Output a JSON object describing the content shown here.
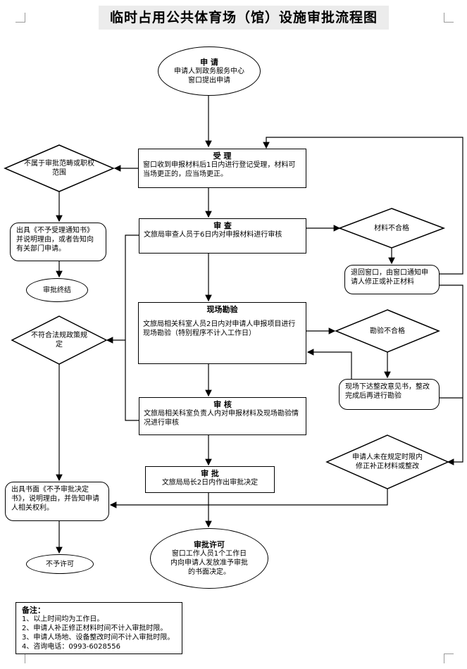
{
  "title": "临时占用公共体育场（馆）设施审批流程图",
  "nodes": {
    "apply": {
      "title": "申  请",
      "text": "申请人到政务服务中心窗口提出申请"
    },
    "accept": {
      "title": "受  理",
      "text": "窗口收到申报材料后1日内进行登记受理，材料可当场更正的，应当场更正。"
    },
    "not_in_scope": {
      "text": "不属于审批范畴或职权范围"
    },
    "not_accept_notice": {
      "text": "出具《不予受理通知书》并说明理由，或者告知向有关部门申请。"
    },
    "approval_end": {
      "text": "审批终结"
    },
    "review": {
      "title": "审  查",
      "text": "文旅局审查人员于6日内对申报材料进行审核"
    },
    "material_fail": {
      "text": "材料不合格"
    },
    "return_window": {
      "text": "退回窗口，由窗口通知申请人修正或补正材料"
    },
    "inspection": {
      "title": "现场勘验",
      "text": "文旅局相关科室人员2日内对申请人申报项目进行现场勘验（特别程序不计入工作日）"
    },
    "inspect_fail": {
      "text": "勘验不合格"
    },
    "rectify": {
      "text": "现场下达整改意见书，整改完成后再进行勘验"
    },
    "not_compliant": {
      "text": "不符合法规政策规定"
    },
    "audit": {
      "title": "审  核",
      "text": "文旅局相关科室负责人内对申报材料及现场勘验情况进行审核"
    },
    "not_corrected": {
      "text": "申请人未在规定时限内修正补正材料或整改"
    },
    "approve": {
      "title": "审  批",
      "text": "文旅局局长2日内作出审批决定"
    },
    "deny_decision": {
      "text": "出具书面《不予审批决定书》，说明理由，并告知申请人相关权利。"
    },
    "not_permitted": {
      "text": "不予许可"
    },
    "permit": {
      "title": "审批许可",
      "text": "窗口工作人员1个工作日内向申请人发放准予审批的书面决定。"
    }
  },
  "notes": {
    "heading": "备注：",
    "items": [
      "1、以上时间均为工作日。",
      "2、申请人补正修正材料时间不计入审批时限。",
      "3、申请人场地、设备整改时间不计入审批时限。",
      "4、咨询电话：0993-6028556"
    ]
  },
  "colors": {
    "line": "#000000",
    "title_bg": "#ececec"
  }
}
